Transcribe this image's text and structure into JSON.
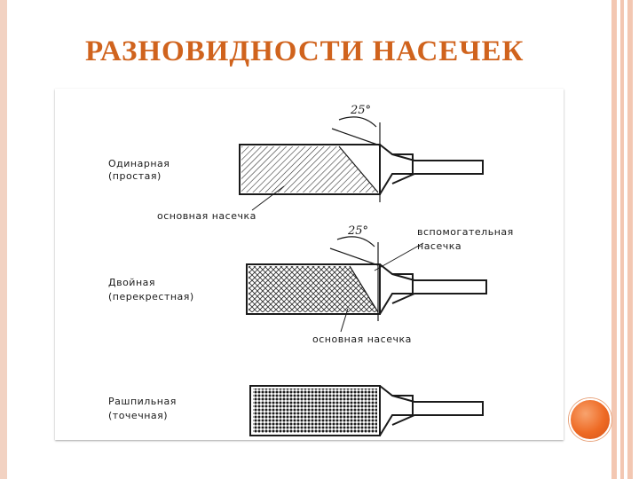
{
  "title": "РАЗНОВИДНОСТИ НАСЕЧЕК",
  "figure": {
    "angle_label": "25°",
    "types": [
      {
        "name_line1": "Одинарная",
        "name_line2": "(простая)"
      },
      {
        "name_line1": "Двойная",
        "name_line2": "(перекрестная)"
      },
      {
        "name_line1": "Рашпильная",
        "name_line2": "(точечная)"
      }
    ],
    "callouts": {
      "main_cut": "основная насечка",
      "aux_cut_line1": "вспомогательная",
      "aux_cut_line2": "насечка"
    }
  },
  "colors": {
    "title": "#d0631d",
    "accent_circle": "#ee6a24",
    "side_stripes": "#f3c7b2"
  }
}
